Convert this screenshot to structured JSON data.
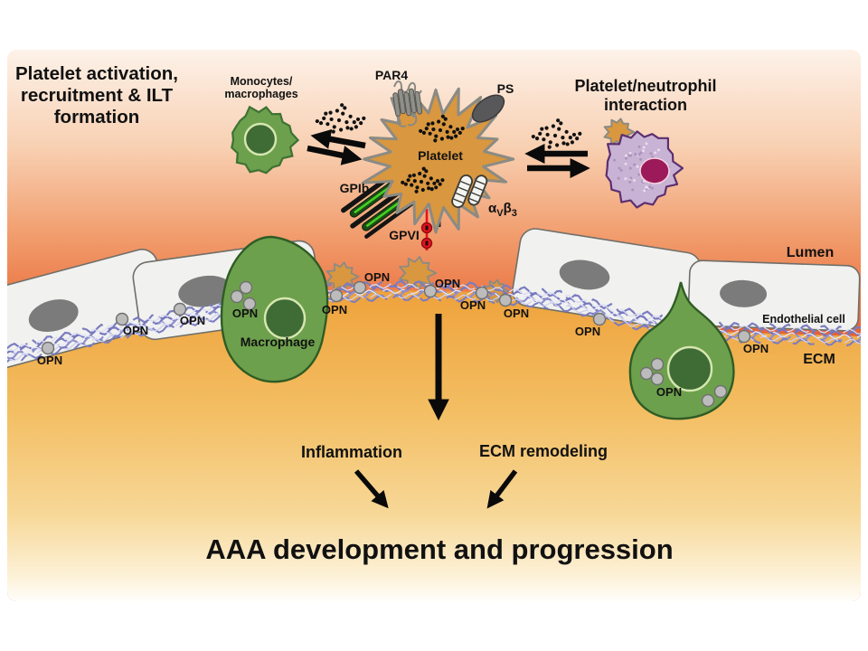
{
  "figure": {
    "section_titles": {
      "left_line1": "Platelet activation,",
      "left_line2": "recruitment & ILT",
      "left_line3": "formation",
      "monocytes_line1": "Monocytes/",
      "monocytes_line2": "macrophages",
      "right_line1": "Platelet/neutrophil",
      "right_line2": "interaction"
    },
    "receptor_labels": {
      "par4": "PAR4",
      "ps": "PS",
      "gpib": "GPIb",
      "gpvi": "GPVI",
      "avb3_alpha": "α",
      "avb3_v": "V",
      "avb3_beta": "β",
      "avb3_3": "3"
    },
    "cell_labels": {
      "platelet": "Platelet",
      "macrophage": "Macrophage",
      "endothelial": "Endothelial cell"
    },
    "region_labels": {
      "lumen": "Lumen",
      "ecm": "ECM"
    },
    "molecule_label": "OPN",
    "outcome_labels": {
      "inflammation": "Inflammation",
      "ecm_remodeling": "ECM remodeling",
      "conclusion": "AAA development and progression"
    },
    "colors": {
      "lumen_top": "#fdf2e9",
      "lumen_mid": "#f19b6b",
      "lumen_deep": "#e2562c",
      "ecm_top": "#eea13a",
      "ecm_mid": "#f7d898",
      "ecm_bottom": "#ffffff",
      "platelet_body": "#d9973f",
      "platelet_stroke": "#8b8b84",
      "green_cell_body": "#6da04c",
      "green_cell_stroke": "#2f5c25",
      "green_cell_nucleus": "#3f6b35",
      "neutrophil_body": "#c9b3d4",
      "neutrophil_stroke": "#5c2f70",
      "neutrophil_nucleus": "#9c1a5a",
      "endothelial_body": "#f1f1ef",
      "endothelial_nucleus": "#7b7b7b",
      "opn_fill": "#bcbcbc",
      "ecm_fiber": "#7b7dc0",
      "gpvi_red": "#e8111c",
      "arrow_black": "#0a0a0a"
    }
  }
}
